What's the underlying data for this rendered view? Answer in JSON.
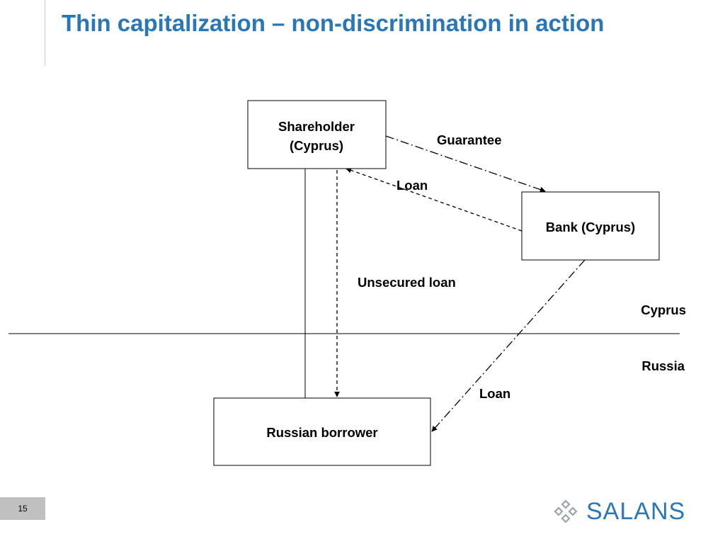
{
  "slide": {
    "title": "Thin capitalization – non-discrimination in action",
    "page_number": "15",
    "logo_text": "SALANS",
    "accent_color": "#2a77b7"
  },
  "diagram": {
    "nodes": {
      "shareholder": {
        "line1": "Shareholder",
        "line2": "(Cyprus)"
      },
      "bank": {
        "label": "Bank (Cyprus)"
      },
      "borrower": {
        "label": "Russian borrower"
      }
    },
    "edges": {
      "guarantee": {
        "label": "Guarantee",
        "style": "dash-dot",
        "from": "shareholder",
        "to": "bank"
      },
      "bank_loan_to_shareholder": {
        "label": "Loan",
        "style": "dashed",
        "from": "bank",
        "to": "shareholder"
      },
      "unsecured_loan": {
        "label": "Unsecured loan",
        "style": "dashed",
        "from": "shareholder",
        "to": "borrower"
      },
      "bank_loan_to_borrower": {
        "label": "Loan",
        "style": "dash-dot",
        "from": "bank",
        "to": "borrower"
      },
      "ownership": {
        "style": "solid",
        "from": "shareholder",
        "to": "borrower"
      }
    },
    "regions": {
      "upper": "Cyprus",
      "lower": "Russia"
    }
  }
}
